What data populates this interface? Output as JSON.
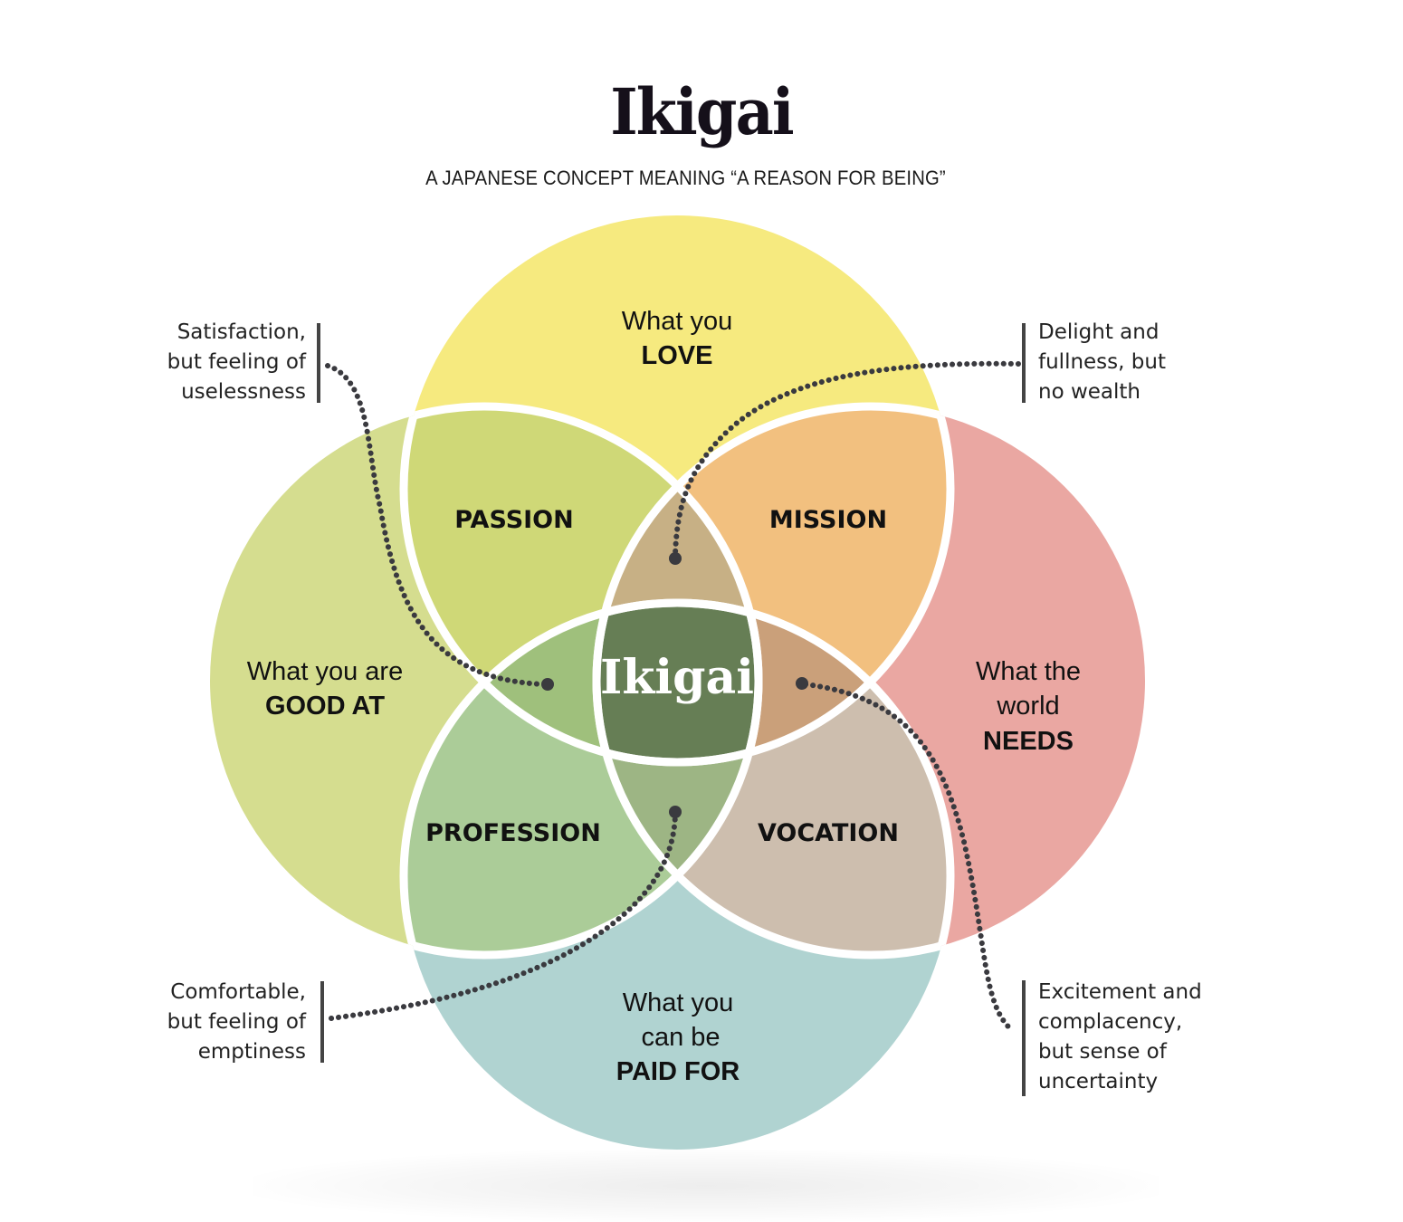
{
  "header": {
    "title": "Ikigai",
    "subtitle": "A JAPANESE CONCEPT MEANING “A REASON FOR BEING”"
  },
  "circles": {
    "love": {
      "line1": "What you",
      "line2": "LOVE",
      "color": "#f6ea7f"
    },
    "good_at": {
      "line1": "What you are",
      "line2": "GOOD AT",
      "color": "#d5dd8f"
    },
    "needs": {
      "line1": "What the",
      "line2": "world",
      "line3": "NEEDS",
      "color": "#eaa7a2"
    },
    "paid_for": {
      "line1": "What you",
      "line2": "can be",
      "line3": "PAID FOR",
      "color": "#b0d3d1"
    }
  },
  "regions": {
    "passion": {
      "label": "PASSION",
      "color": "#cfd877"
    },
    "mission": {
      "label": "MISSION",
      "color": "#f2c07f"
    },
    "profession": {
      "label": "PROFESSION",
      "color": "#abcc98"
    },
    "vocation": {
      "label": "VOCATION",
      "color": "#cdbeae"
    },
    "petal_top_color": "#c7b085",
    "petal_left_color": "#9fc07c",
    "petal_right_color": "#caa07a",
    "petal_bottom_color": "#9db584",
    "center": {
      "label": "Ikigai",
      "color": "#667e55"
    }
  },
  "notes": {
    "top_left": [
      "Satisfaction,",
      "but feeling of",
      "uselessness"
    ],
    "top_right": [
      "Delight and",
      "fullness, but",
      "no wealth"
    ],
    "bottom_left": [
      "Comfortable,",
      "but feeling of",
      "emptiness"
    ],
    "bottom_right": [
      "Excitement and",
      "complacency,",
      "but sense of",
      "uncertainty"
    ]
  }
}
